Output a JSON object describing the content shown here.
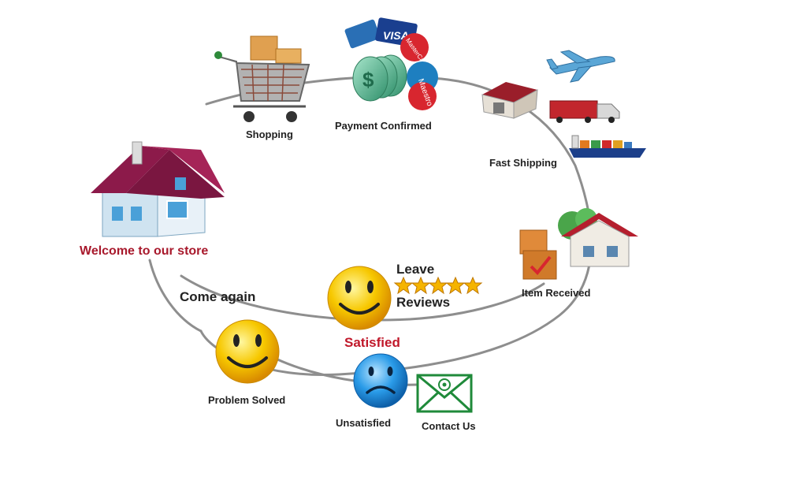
{
  "labels": {
    "welcome": "Welcome to our store",
    "shopping": "Shopping",
    "payment": "Payment Confirmed",
    "shipping": "Fast Shipping",
    "received": "Item Received",
    "leave": "Leave",
    "reviews": "Reviews",
    "satisfied": "Satisfied",
    "come_again": "Come again",
    "problem_solved": "Problem Solved",
    "unsatisfied": "Unsatisfied",
    "contact": "Contact Us"
  },
  "cards": [
    "VISA",
    "MasterCard",
    "Maestro"
  ],
  "colors": {
    "path": "#8a8a8a",
    "roof": "#8c1a4a",
    "smiley": "#f5c400",
    "sad": "#1a8fe0",
    "envelope": "#1f8a3a",
    "satisfied": "#c0182a",
    "welcome": "#a8192c"
  },
  "stars": 5
}
